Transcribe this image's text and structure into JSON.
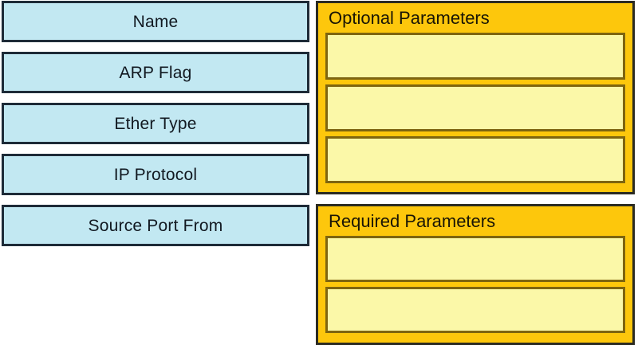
{
  "colors": {
    "source_tile_fill": "#c2e8f2",
    "source_tile_border": "#1e2b38",
    "panel_fill": "#fdc70c",
    "panel_border": "#2b2b22",
    "slot_fill": "#fbf8a8",
    "slot_border": "#7e6510",
    "page_background": "#ffffff",
    "text": "#111820"
  },
  "source": {
    "items": [
      {
        "label": "Name"
      },
      {
        "label": "ARP Flag"
      },
      {
        "label": "Ether Type"
      },
      {
        "label": "IP Protocol"
      },
      {
        "label": "Source Port From"
      }
    ]
  },
  "panels": [
    {
      "id": "optional",
      "title": "Optional Parameters",
      "slots": [
        {
          "value": ""
        },
        {
          "value": ""
        },
        {
          "value": ""
        }
      ]
    },
    {
      "id": "required",
      "title": "Required Parameters",
      "slots": [
        {
          "value": ""
        },
        {
          "value": ""
        }
      ]
    }
  ]
}
